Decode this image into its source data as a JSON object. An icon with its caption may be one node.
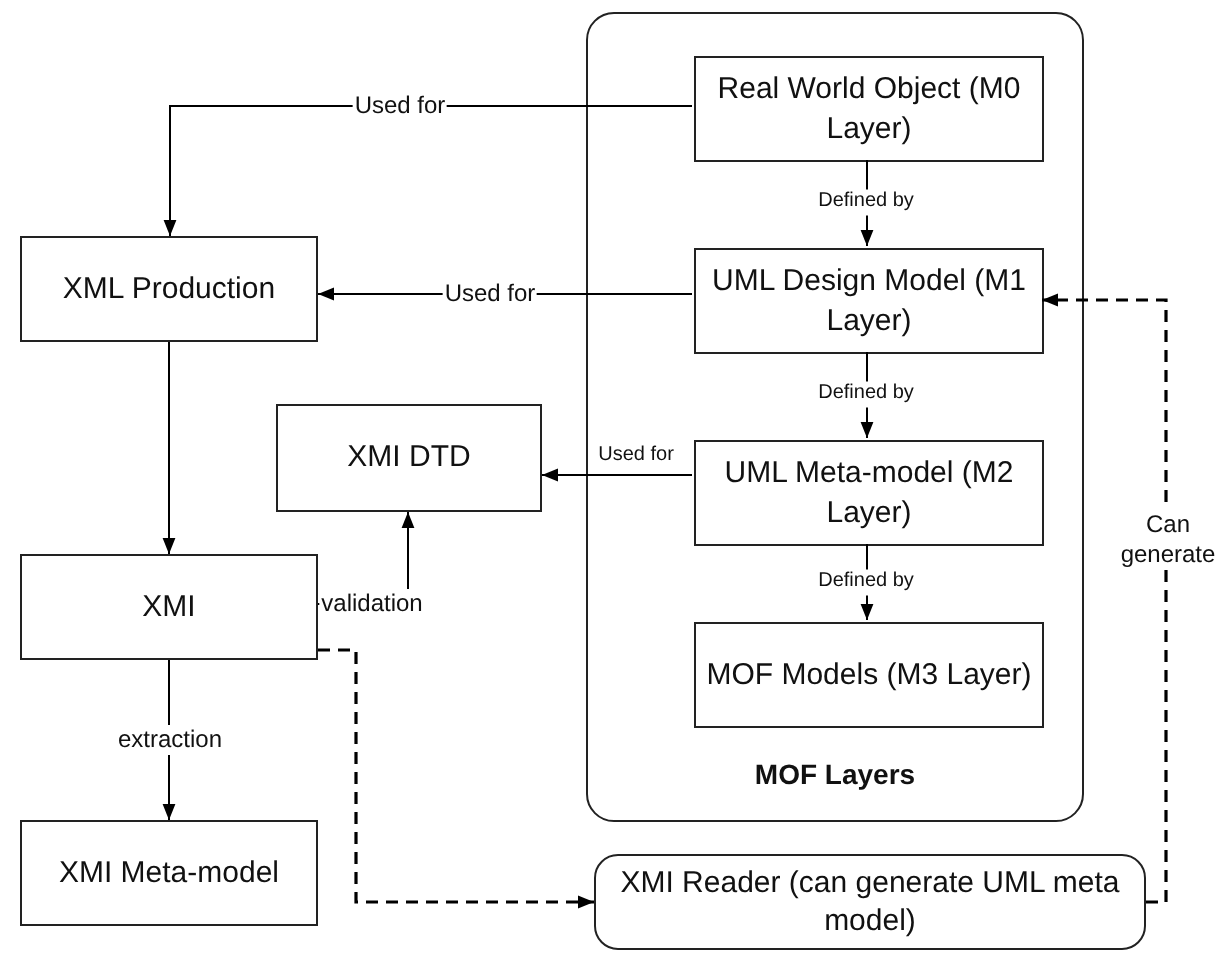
{
  "diagram": {
    "nodes": [
      {
        "text": [
          "MOF Layers"
        ]
      },
      {
        "text": [
          "Real World Object (M0 Layer)"
        ],
        "in": 0
      },
      {
        "text": [
          "UML Design Model (M1 Layer)"
        ],
        "in": 0
      },
      {
        "text": [
          "UML Meta-model (M2 Layer)"
        ],
        "in": 0
      },
      {
        "text": [
          "MOF Models (M3 Layer)"
        ],
        "in": 0
      },
      {
        "text": [
          "XML Production"
        ]
      },
      {
        "text": [
          "XMI DTD"
        ]
      },
      {
        "text": [
          "XMI"
        ]
      },
      {
        "text": [
          "XMI Meta-model"
        ]
      },
      {
        "text": [
          "XMI Reader (can generate UML meta model)"
        ]
      }
    ],
    "edges": [
      {
        "from": 1,
        "to": 5,
        "arrow": "to",
        "label": "Used for"
      },
      {
        "from": 2,
        "to": 5,
        "arrow": "to",
        "label": "Used for"
      },
      {
        "from": 1,
        "to": 2,
        "arrow": "to",
        "label": "Defined by"
      },
      {
        "from": 2,
        "to": 3,
        "arrow": "to",
        "label": "Defined by"
      },
      {
        "from": 3,
        "to": 4,
        "arrow": "to",
        "label": "Defined by"
      },
      {
        "from": 3,
        "to": 6,
        "arrow": "to",
        "label": "Used for"
      },
      {
        "from": 5,
        "to": 7,
        "arrow": "to"
      },
      {
        "from": 7,
        "to": 6,
        "arrow": "to",
        "label": "validation"
      },
      {
        "from": 7,
        "to": 8,
        "arrow": "to",
        "label": "extraction"
      },
      {
        "from": 7,
        "to": 9,
        "arrow": "to",
        "style": "dashed"
      },
      {
        "from": 9,
        "to": 2,
        "arrow": "to",
        "style": "dashed",
        "label": "Can generate"
      }
    ]
  }
}
